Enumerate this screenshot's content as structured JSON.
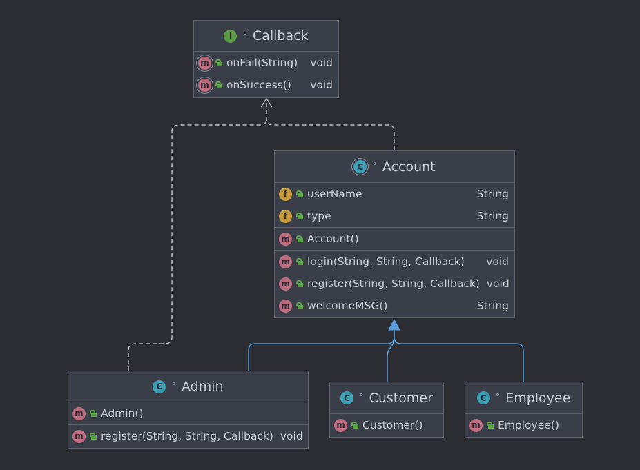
{
  "classes": {
    "callback": {
      "name": "Callback",
      "kind_letter": "I",
      "methods": [
        {
          "name": "onFail(String)",
          "type": "void"
        },
        {
          "name": "onSuccess()",
          "type": "void"
        }
      ]
    },
    "account": {
      "name": "Account",
      "kind_letter": "C",
      "fields": [
        {
          "name": "userName",
          "type": "String"
        },
        {
          "name": "type",
          "type": "String"
        }
      ],
      "constructors": [
        {
          "name": "Account()"
        }
      ],
      "methods": [
        {
          "name": "login(String, String, Callback)",
          "type": "void"
        },
        {
          "name": "register(String, String, Callback)",
          "type": "void"
        },
        {
          "name": "welcomeMSG()",
          "type": "String"
        }
      ]
    },
    "admin": {
      "name": "Admin",
      "kind_letter": "C",
      "constructors": [
        {
          "name": "Admin()"
        }
      ],
      "methods": [
        {
          "name": "register(String, String, Callback)",
          "type": "void"
        }
      ]
    },
    "customer": {
      "name": "Customer",
      "kind_letter": "C",
      "constructors": [
        {
          "name": "Customer()"
        }
      ]
    },
    "employee": {
      "name": "Employee",
      "kind_letter": "C",
      "constructors": [
        {
          "name": "Employee()"
        }
      ]
    }
  },
  "icons": {
    "method": "m",
    "field": "f",
    "dot": "°"
  },
  "colors": {
    "background": "#2b2d33",
    "implements_line": "#b8bcc4",
    "extends_line": "#5aa0e0",
    "method_icon": "#c06b7d",
    "field_icon": "#c99a3b",
    "class_icon": "#3d9fb5",
    "interface_icon": "#5a9a45"
  }
}
